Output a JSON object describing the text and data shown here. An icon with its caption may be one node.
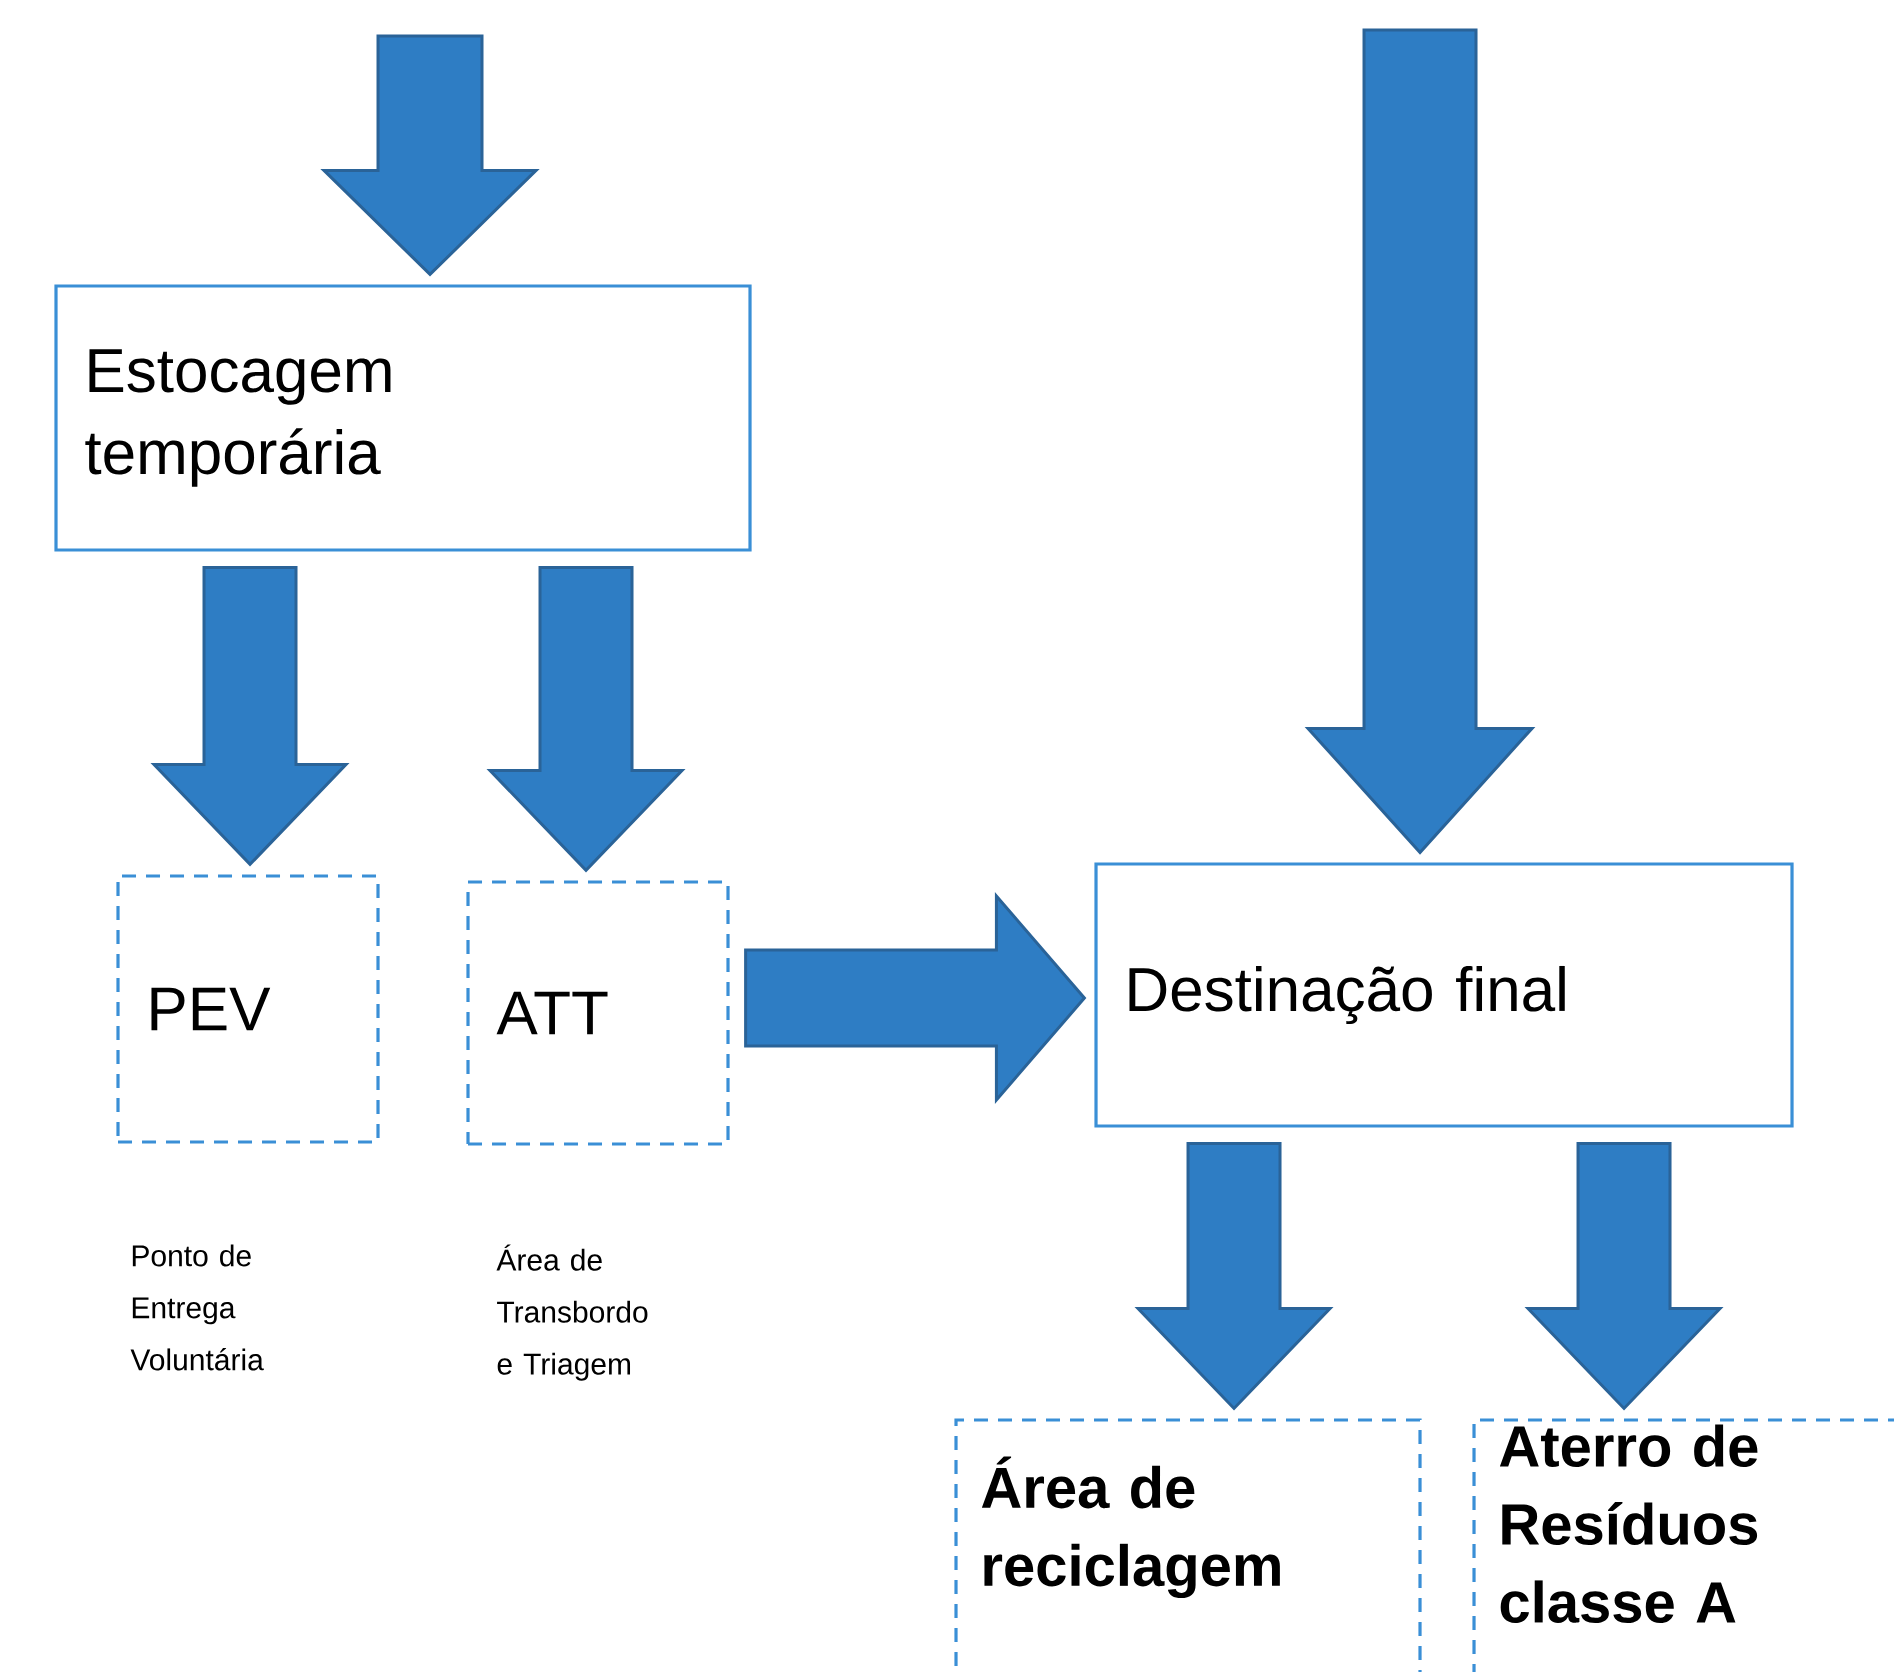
{
  "diagram": {
    "nodes": [
      {
        "text": [
          "Estocagem temporária"
        ]
      },
      {
        "text": [
          "PEV"
        ],
        "beside": [
          "Ponto de Entrega Voluntária"
        ]
      },
      {
        "text": [
          "ATT"
        ],
        "beside": [
          "Área de Transbordo e Triagem"
        ]
      },
      {
        "text": [
          "Destinação final"
        ]
      },
      {
        "text": [
          "Área de reciclagem"
        ]
      },
      {
        "text": [
          "Aterro de Resíduos classe A"
        ]
      }
    ],
    "edges": [
      {
        "from": null,
        "to": 0,
        "arrow": "to"
      },
      {
        "from": 0,
        "to": 1,
        "arrow": "to"
      },
      {
        "from": 0,
        "to": 2,
        "arrow": "to"
      },
      {
        "from": null,
        "to": 3,
        "arrow": "to"
      },
      {
        "from": 2,
        "to": 3,
        "arrow": "to"
      },
      {
        "from": 3,
        "to": 4,
        "arrow": "to"
      },
      {
        "from": 3,
        "to": 5,
        "arrow": "to"
      }
    ]
  }
}
